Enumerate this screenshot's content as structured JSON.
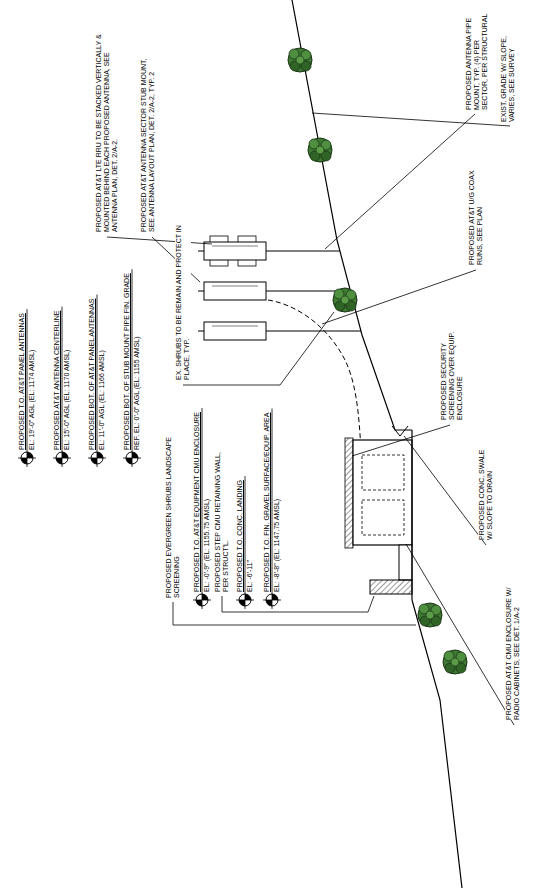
{
  "diagram": {
    "labels": [
      "PROPOSED AT&T LTE RRU TO BE STACKED VERTICALLY & MOUNTED BEHIND EACH PROPOSED ANTENNA, SEE ANTENNA PLAN, DET. 2/A-2.",
      "PROPOSED AT&T ANTENNA SECTOR STUB MOUNT, SEE ANTENNA LAYOUT PLAN, DET. 2/A-2, TYP. 2",
      "PROPOSED ANTENNA PIPE MOUNT, TYP. (4) PER SECTOR, PER STRUCTURAL",
      "EXIST. GRADE W/ SLOPE, VARIES, SEE SURVEY",
      "PROPOSED AT&T U/G COAX RUNS, SEE PLAN",
      "EX. SHRUBS TO BE REMAIN AND PROTECT IN PLACE, TYP.",
      "PROPOSED SECURITY SCREENING OVER EQUIP. ENCLOSURE",
      "PROPOSED CONC. SWALE W/ SLOPE TO DRAIN",
      "PROPOSED EVERGREEN SHRUBS LANDSCAPE SCREENING",
      "PROPOSED STEP CMU RETAINING WALL, PER STRUCT'L.",
      "PROPOSED AT&T CMU ENCLOSURE W/ RADIO CABINETS, SEE DET. 1/A-2",
      "PROPOSED T.O. AT&T PANEL ANTENNAS",
      "EL: 19'-0\" AGL (EL: 1174 AMSL)",
      "PROPOSED AT&T ANTENNA CENTERLINE",
      "EL: 15'-0\" AGL (EL: 1170 AMSL)",
      "PROPOSED BOT. OF AT&T PANEL ANTENNAS",
      "EL: 11'-0\" AGL (EL: 1166 AMSL)",
      "PROPOSED BOT. OF STUB MOUNT PIPE FIN. GRADE",
      "REF. EL: 0'-0\" AGL (EL: 1155 AMSL)",
      "PROPOSED T.O. AT&T EQUIPMENT CMU ENCLOSURE",
      "EL: -0'-9\" (EL: 1155.75 AMSL)",
      "PROPOSED T.O. CONC. LANDING",
      "EL: -6'-11\"",
      "PROPOSED T.O. FIN. GRAVEL SURFACE/EQUIP. AREA",
      "EL: -8'-8\" (EL: 1147.75 AMSL)"
    ]
  }
}
